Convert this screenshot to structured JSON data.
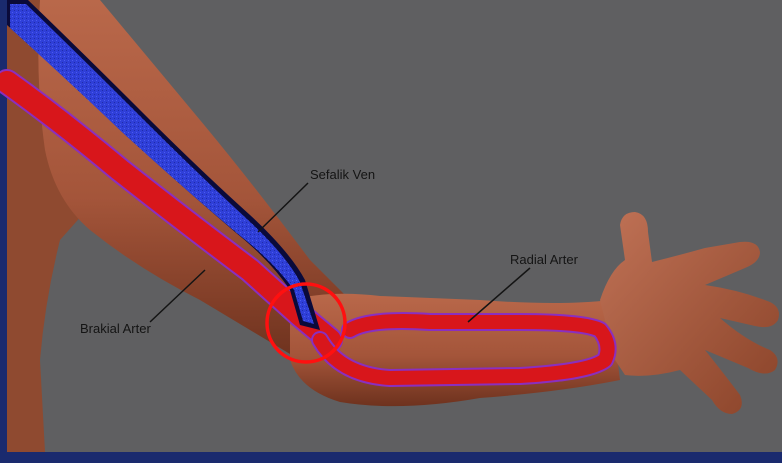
{
  "labels": {
    "cephalic_vein": "Sefalik Ven",
    "radial_artery": "Radial Arter",
    "brachial_artery": "Brakial Arter"
  },
  "colors": {
    "background": "#5f5f61",
    "frame": "#1a2a6e",
    "skin": "#a8593b",
    "skin_shadow": "#7c3a22",
    "artery": "#d8161b",
    "artery_outline": "#8a2fbf",
    "vein": "#2f3fd8",
    "vein_outline": "#0a0a3a",
    "highlight_circle": "#ff1010"
  }
}
